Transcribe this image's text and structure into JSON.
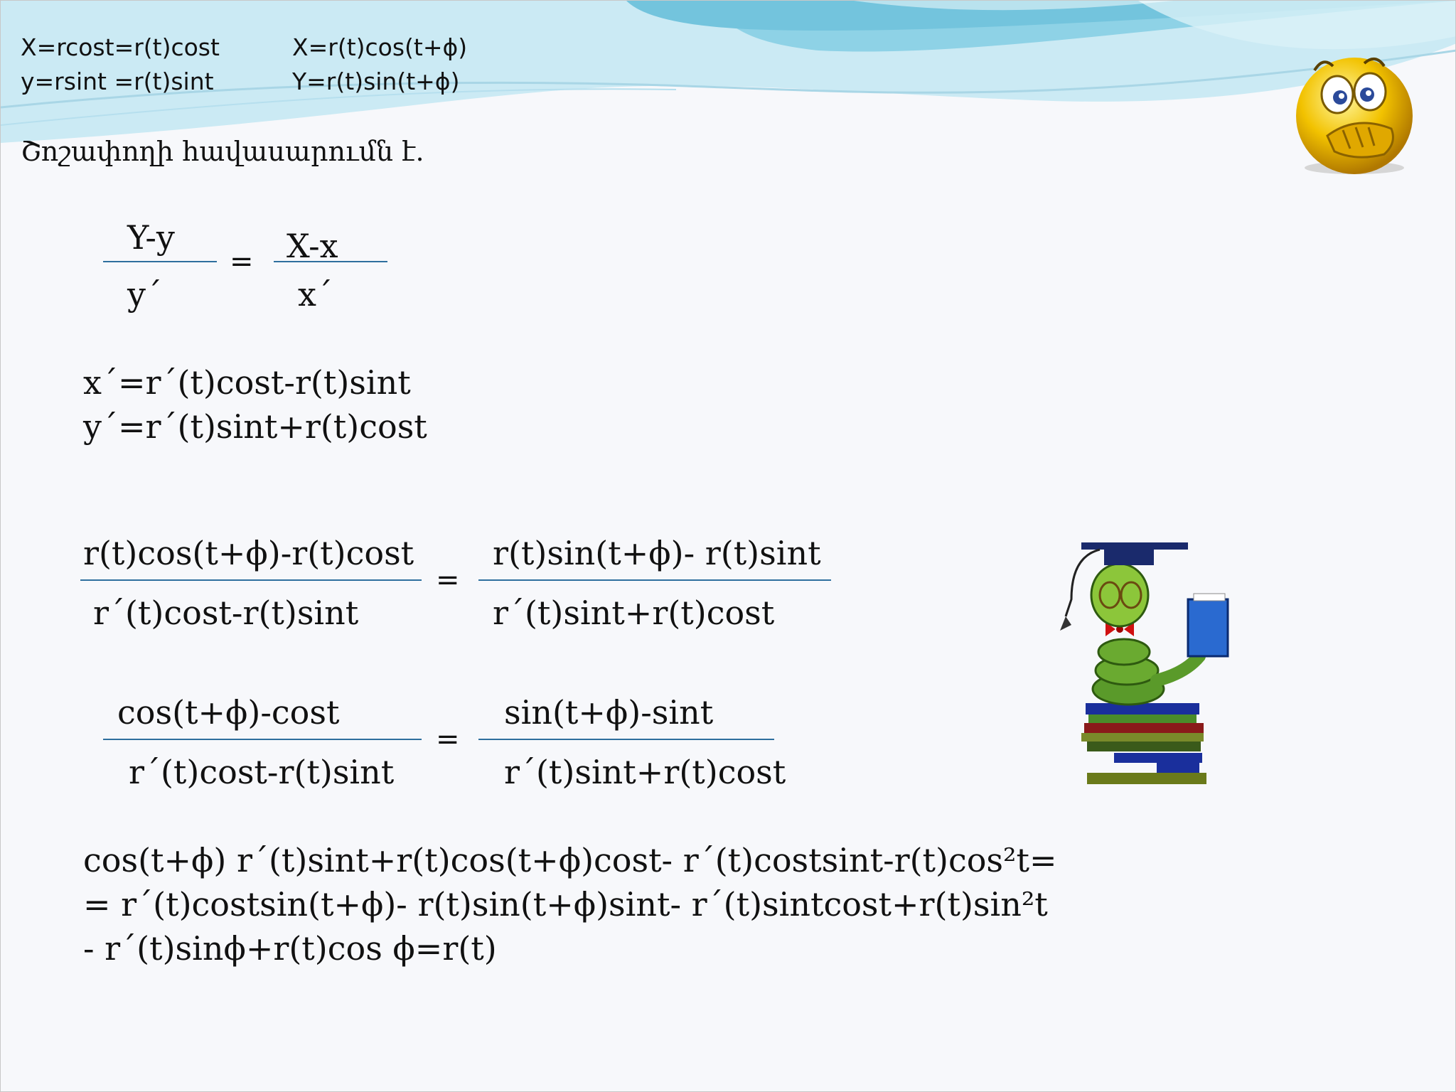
{
  "header": {
    "left_line1": "X=rcost=r(t)cost",
    "left_line2": "y=rsint =r(t)sint",
    "right_line1": "X=r(t)cos(t+ϕ)",
    "right_line2": "Y=r(t)sin(t+ϕ)"
  },
  "tangent_heading": "Շոշափողի հավասարումն է.",
  "eq1": {
    "num_left": "Y-y",
    "den_left": "y΄",
    "equals": "=",
    "num_right": "X-x",
    "den_right": "x΄"
  },
  "derivatives": {
    "line1": "x΄=r΄(t)cost-r(t)sint",
    "line2": "y΄=r΄(t)sint+r(t)cost"
  },
  "eq2": {
    "num_left": "r(t)cos(t+ϕ)-r(t)cost",
    "den_left": "r΄(t)cost-r(t)sint",
    "equals": "=",
    "num_right": "r(t)sin(t+ϕ)- r(t)sint",
    "den_right": "r΄(t)sint+r(t)cost"
  },
  "eq3": {
    "num_left": "cos(t+ϕ)-cost",
    "den_left": "r΄(t)cost-r(t)sint",
    "equals": "=",
    "num_right": "sin(t+ϕ)-sint",
    "den_right": "r΄(t)sint+r(t)cost"
  },
  "result": {
    "line1": "cos(t+ϕ) r΄(t)sint+r(t)cos(t+ϕ)cost- r΄(t)costsint-r(t)cos²t=",
    "line2": "= r΄(t)costsin(t+ϕ)- r(t)sin(t+ϕ)sint- r΄(t)sintcost+r(t)sin²t",
    "line3": "- r΄(t)sinϕ+r(t)cos ϕ=r(t)"
  },
  "colors": {
    "wave_light": "#bfe6f2",
    "wave_mid": "#8ed2e6",
    "wave_dark": "#5fb8d6",
    "fraction_line": "#2e6f9e"
  }
}
